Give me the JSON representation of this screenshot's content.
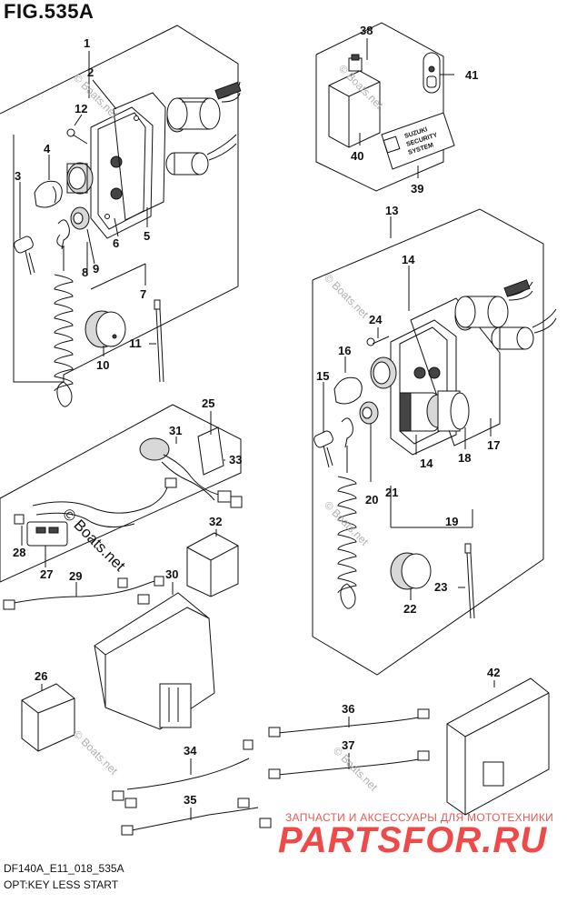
{
  "figure": {
    "title": "FIG.535A",
    "model_code": "DF140A_E11_018_535A",
    "caption": "OPT:KEY LESS START"
  },
  "watermarks": {
    "site": "© Boats.net",
    "brand_tagline": "ЗАПЧАСТИ И АКСЕССУАРЫ ДЛЯ МОТОТЕХНИКИ",
    "brand_logo": "PARTSFOR.RU"
  },
  "labels": {
    "security": [
      "SUZUKI",
      "SECURITY",
      "SYSTEM"
    ]
  },
  "callouts": {
    "p1": "1",
    "p2": "2",
    "p3": "3",
    "p4": "4",
    "p5": "5",
    "p6": "6",
    "p7": "7",
    "p8": "8",
    "p9": "9",
    "p10": "10",
    "p11": "11",
    "p12": "12",
    "p13": "13",
    "p14a": "14",
    "p14b": "14",
    "p15": "15",
    "p16": "16",
    "p17": "17",
    "p18": "18",
    "p19": "19",
    "p20": "20",
    "p21": "21",
    "p22": "22",
    "p23": "23",
    "p24": "24",
    "p25": "25",
    "p26": "26",
    "p27": "27",
    "p28": "28",
    "p29": "29",
    "p30": "30",
    "p31": "31",
    "p32": "32",
    "p33": "33",
    "p34": "34",
    "p35": "35",
    "p36": "36",
    "p37": "37",
    "p38": "38",
    "p39": "39",
    "p40": "40",
    "p41": "41",
    "p42": "42"
  }
}
